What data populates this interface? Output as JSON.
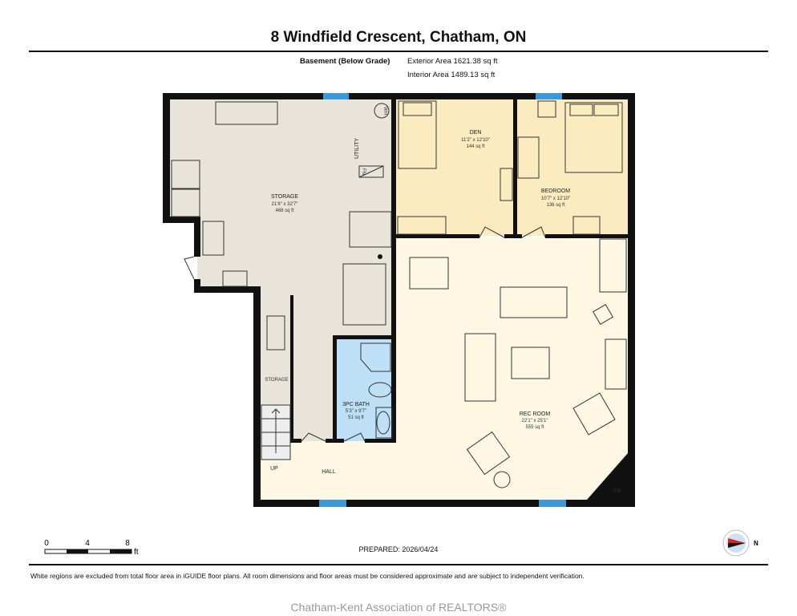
{
  "header": {
    "title": "8 Windfield Crescent, Chatham, ON",
    "level": "Basement (Below Grade)",
    "exterior_area": "Exterior Area 1621.38 sq ft",
    "interior_area": "Interior Area 1489.13 sq ft"
  },
  "rooms": {
    "storage": {
      "name": "STORAGE",
      "dims": "21'6\" x 32'7\"",
      "area": "468 sq ft"
    },
    "utility": {
      "name": "UTILITY"
    },
    "den": {
      "name": "DEN",
      "dims": "11'2\" x 12'10\"",
      "area": "144 sq ft"
    },
    "bedroom": {
      "name": "BEDROOM",
      "dims": "10'7\" x 12'10\"",
      "area": "136 sq ft"
    },
    "bath": {
      "name": "3PC BATH",
      "dims": "5'3\" x 9'7\"",
      "area": "51 sq ft"
    },
    "rec": {
      "name": "REC ROOM",
      "dims": "22'1\" x 25'1\"",
      "area": "555 sq ft"
    },
    "storage2": {
      "name": "STORAGE"
    },
    "hall": {
      "name": "HALL"
    }
  },
  "labels": {
    "up": "UP",
    "fp": "F/P",
    "wh": "WH",
    "fn": "FN"
  },
  "scale": {
    "t0": "0",
    "t4": "4",
    "t8": "8",
    "unit": "ft"
  },
  "compass": {
    "label": "N"
  },
  "footer": {
    "prepared": "PREPARED: 2026/04/24",
    "disclaimer": "White regions are excluded from total floor area in iGUIDE floor plans. All room dimensions and floor areas must be considered approximate and are subject to independent verification.",
    "brand": "Chatham-Kent Association of REALTORS®"
  },
  "colors": {
    "storage": "#e9e4da",
    "bedrooms": "#fbecc0",
    "rec": "#fdf7e4",
    "bath": "#bde0f6",
    "window": "#3a9ad9",
    "wall": "#111111"
  }
}
